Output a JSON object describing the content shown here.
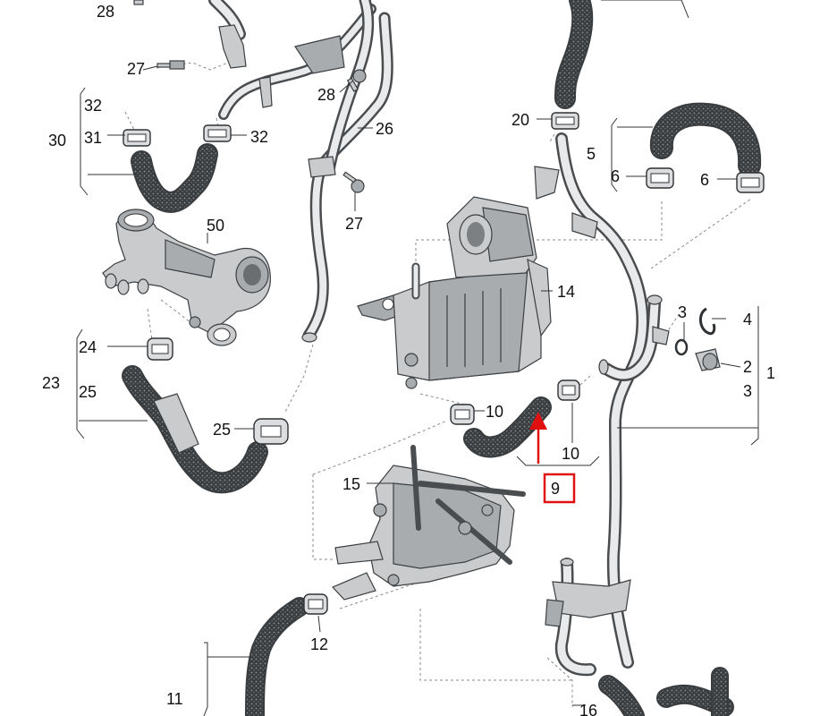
{
  "colors": {
    "hose": "#3a3d40",
    "hose_texture": "#8f9396",
    "metal": "#c9cbcd",
    "highlight": "#e01010"
  },
  "highlighted_part": "9",
  "labels": {
    "l28a": "28",
    "l27a": "27",
    "l32a": "32",
    "l30": "30",
    "l31": "31",
    "l32b": "32",
    "l28b": "28",
    "l26": "26",
    "l27b": "27",
    "l50": "50",
    "l24": "24",
    "l23": "23",
    "l25a": "25",
    "l25b": "25",
    "l20": "20",
    "l5": "5",
    "l6a": "6",
    "l6b": "6",
    "l14": "14",
    "l3a": "3",
    "l4": "4",
    "l2": "2",
    "l1": "1",
    "l3b": "3",
    "l10a": "10",
    "l10b": "10",
    "l9": "9",
    "l15": "15",
    "l12": "12",
    "l11": "11",
    "l16": "16"
  }
}
